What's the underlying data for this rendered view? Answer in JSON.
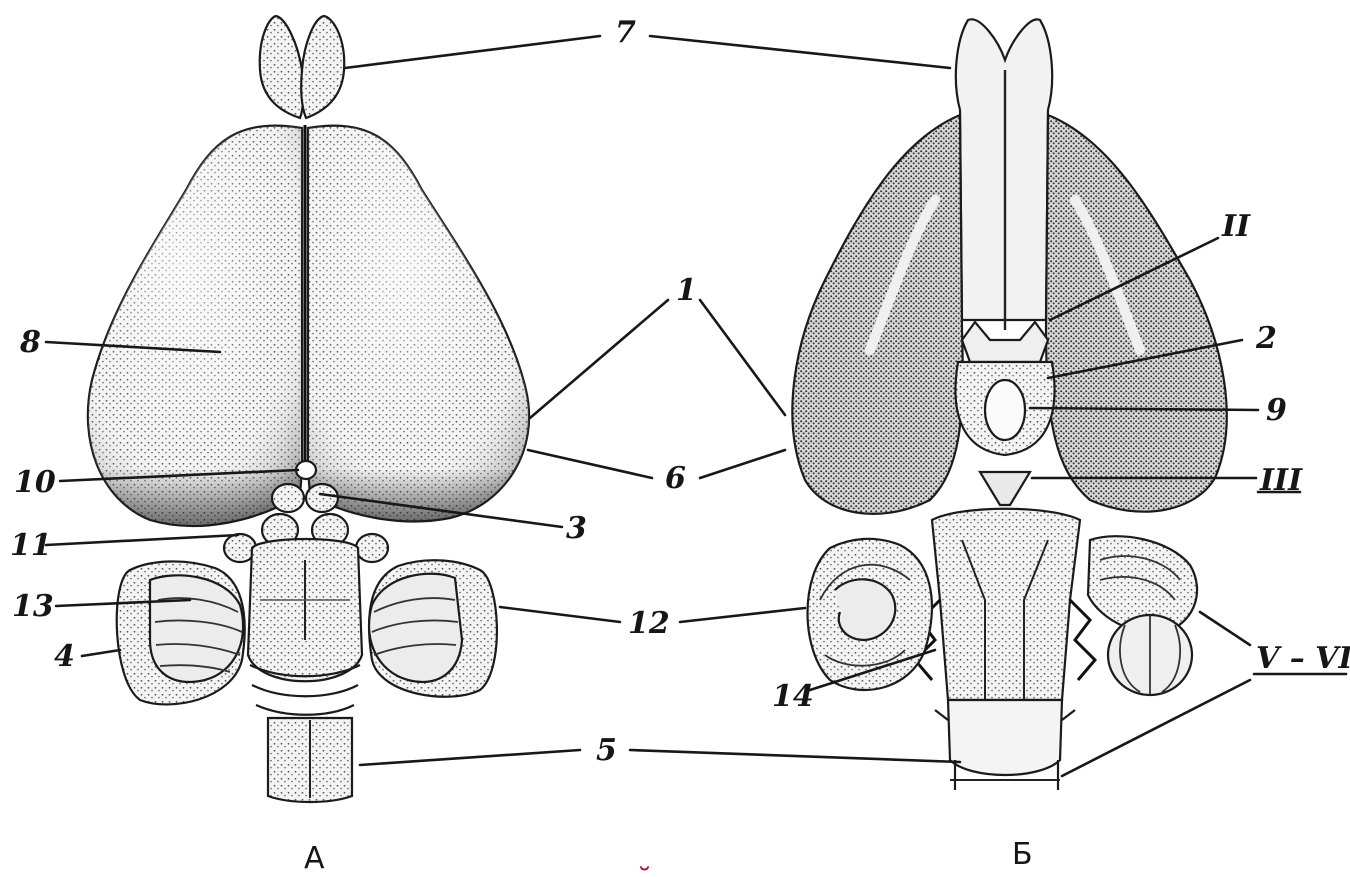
{
  "figure": {
    "panel_captions": [
      "А",
      "Б"
    ],
    "stray_mark": "˘",
    "labels": {
      "n1": "1",
      "n2": "2",
      "n3": "3",
      "n4": "4",
      "n5": "5",
      "n6": "6",
      "n7": "7",
      "n8": "8",
      "n9": "9",
      "n10": "10",
      "n11": "11",
      "n12": "12",
      "n13": "13",
      "n14": "14",
      "r2": "II",
      "r3": "III",
      "r57": "V – VII"
    }
  }
}
